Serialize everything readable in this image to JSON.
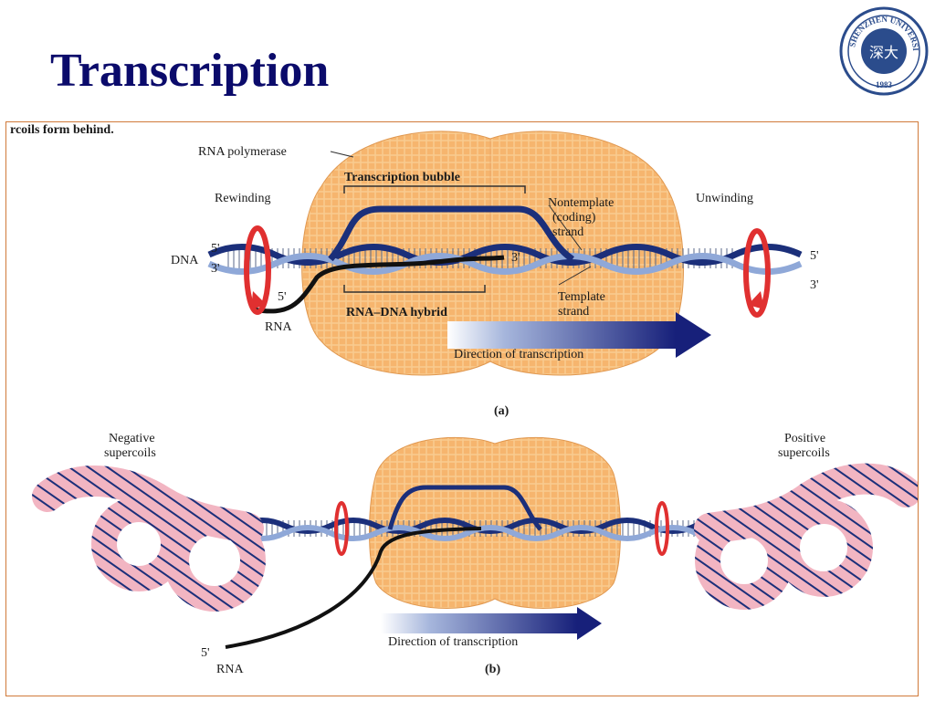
{
  "slide": {
    "title": "Transcription"
  },
  "logo": {
    "text_top": "SHENZHEN UNIVERSITY",
    "year": "1983",
    "seal_chars": "深大"
  },
  "figure": {
    "caption_fragment": "rcoils form behind.",
    "panel_a": {
      "label": "(a)",
      "rna_polymerase": "RNA polymerase",
      "transcription_bubble": "Transcription bubble",
      "rewinding": "Rewinding",
      "unwinding": "Unwinding",
      "nontemplate_line1": "Nontemplate",
      "nontemplate_line2": "(coding)",
      "nontemplate_line3": "strand",
      "dna": "DNA",
      "five_prime": "5'",
      "three_prime": "3'",
      "rna_dna_hybrid": "RNA–DNA hybrid",
      "template_line1": "Template",
      "template_line2": "strand",
      "rna": "RNA",
      "direction": "Direction of transcription"
    },
    "panel_b": {
      "label": "(b)",
      "negative_line1": "Negative",
      "negative_line2": "supercoils",
      "positive_line1": "Positive",
      "positive_line2": "supercoils",
      "five_prime": "5'",
      "rna": "RNA",
      "direction": "Direction of transcription"
    }
  },
  "colors": {
    "title": "#0b0b6b",
    "polymerase": "#f6b56e",
    "strand_dark": "#1b2f7a",
    "strand_light": "#8fa8d8",
    "arrow_red": "#e03030",
    "supercoil": "#e8a0b0"
  }
}
